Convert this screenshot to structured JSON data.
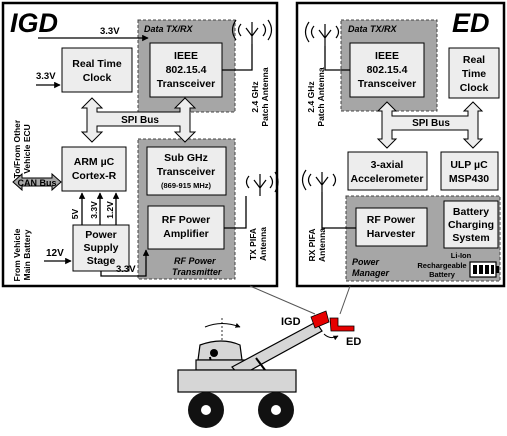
{
  "igd": {
    "title": "IGD",
    "data_group_label": "Data TX/RX",
    "rf_group_label_1": "RF Power",
    "rf_group_label_2": "Transmitter",
    "rtc": [
      "Real Time",
      "Clock"
    ],
    "ieee": [
      "IEEE",
      "802.15.4",
      "Transceiver"
    ],
    "spi": "SPI Bus",
    "arm": [
      "ARM µC",
      "Cortex-R"
    ],
    "subghz": [
      "Sub GHz",
      "Transceiver",
      "(869-915 MHz)"
    ],
    "rfamp": [
      "RF Power",
      "Amplifier"
    ],
    "psu": [
      "Power",
      "Supply",
      "Stage"
    ],
    "can": "CAN Bus",
    "patch_antenna": [
      "2.4 GHz",
      "Patch Antenna"
    ],
    "pifa_antenna": [
      "TX PIFA",
      "Antenna"
    ],
    "ecu_label": [
      "To/From Other",
      "Vehicle ECU"
    ],
    "battery_label": [
      "From Vehicle",
      "Main Battery"
    ],
    "v_in": "12V",
    "v_33_top": "3.3V",
    "v_33_rtc": "3.3V",
    "v_33_bottom": "3.3V",
    "v_5": "5V",
    "v_33_side": "3.3V",
    "v_12": "1.2V"
  },
  "ed": {
    "title": "ED",
    "data_group_label": "Data TX/RX",
    "ieee": [
      "IEEE",
      "802.15.4",
      "Transceiver"
    ],
    "rtc": [
      "Real",
      "Time",
      "Clock"
    ],
    "spi": "SPI Bus",
    "accel": [
      "3-axial",
      "Accelerometer"
    ],
    "ulp": [
      "ULP µC",
      "MSP430"
    ],
    "patch_antenna": [
      "2.4 GHz",
      "Patch Antenna"
    ],
    "rx_antenna": [
      "RX PIFA",
      "Antenna"
    ],
    "harvester": [
      "RF Power",
      "Harvester"
    ],
    "charging": [
      "Battery",
      "Charging",
      "System"
    ],
    "pm_label": [
      "Power",
      "Manager"
    ],
    "battery": [
      "Li-Ion",
      "Rechargeable",
      "Battery"
    ]
  },
  "vehicle": {
    "igd_tag": "IGD",
    "ed_tag": "ED"
  },
  "colors": {
    "group_fill": "#a6a6a6",
    "box_fill": "#ededed",
    "accent_red": "#e60000",
    "vehicle_fill": "#d6d6d6",
    "wheel": "#111111"
  }
}
